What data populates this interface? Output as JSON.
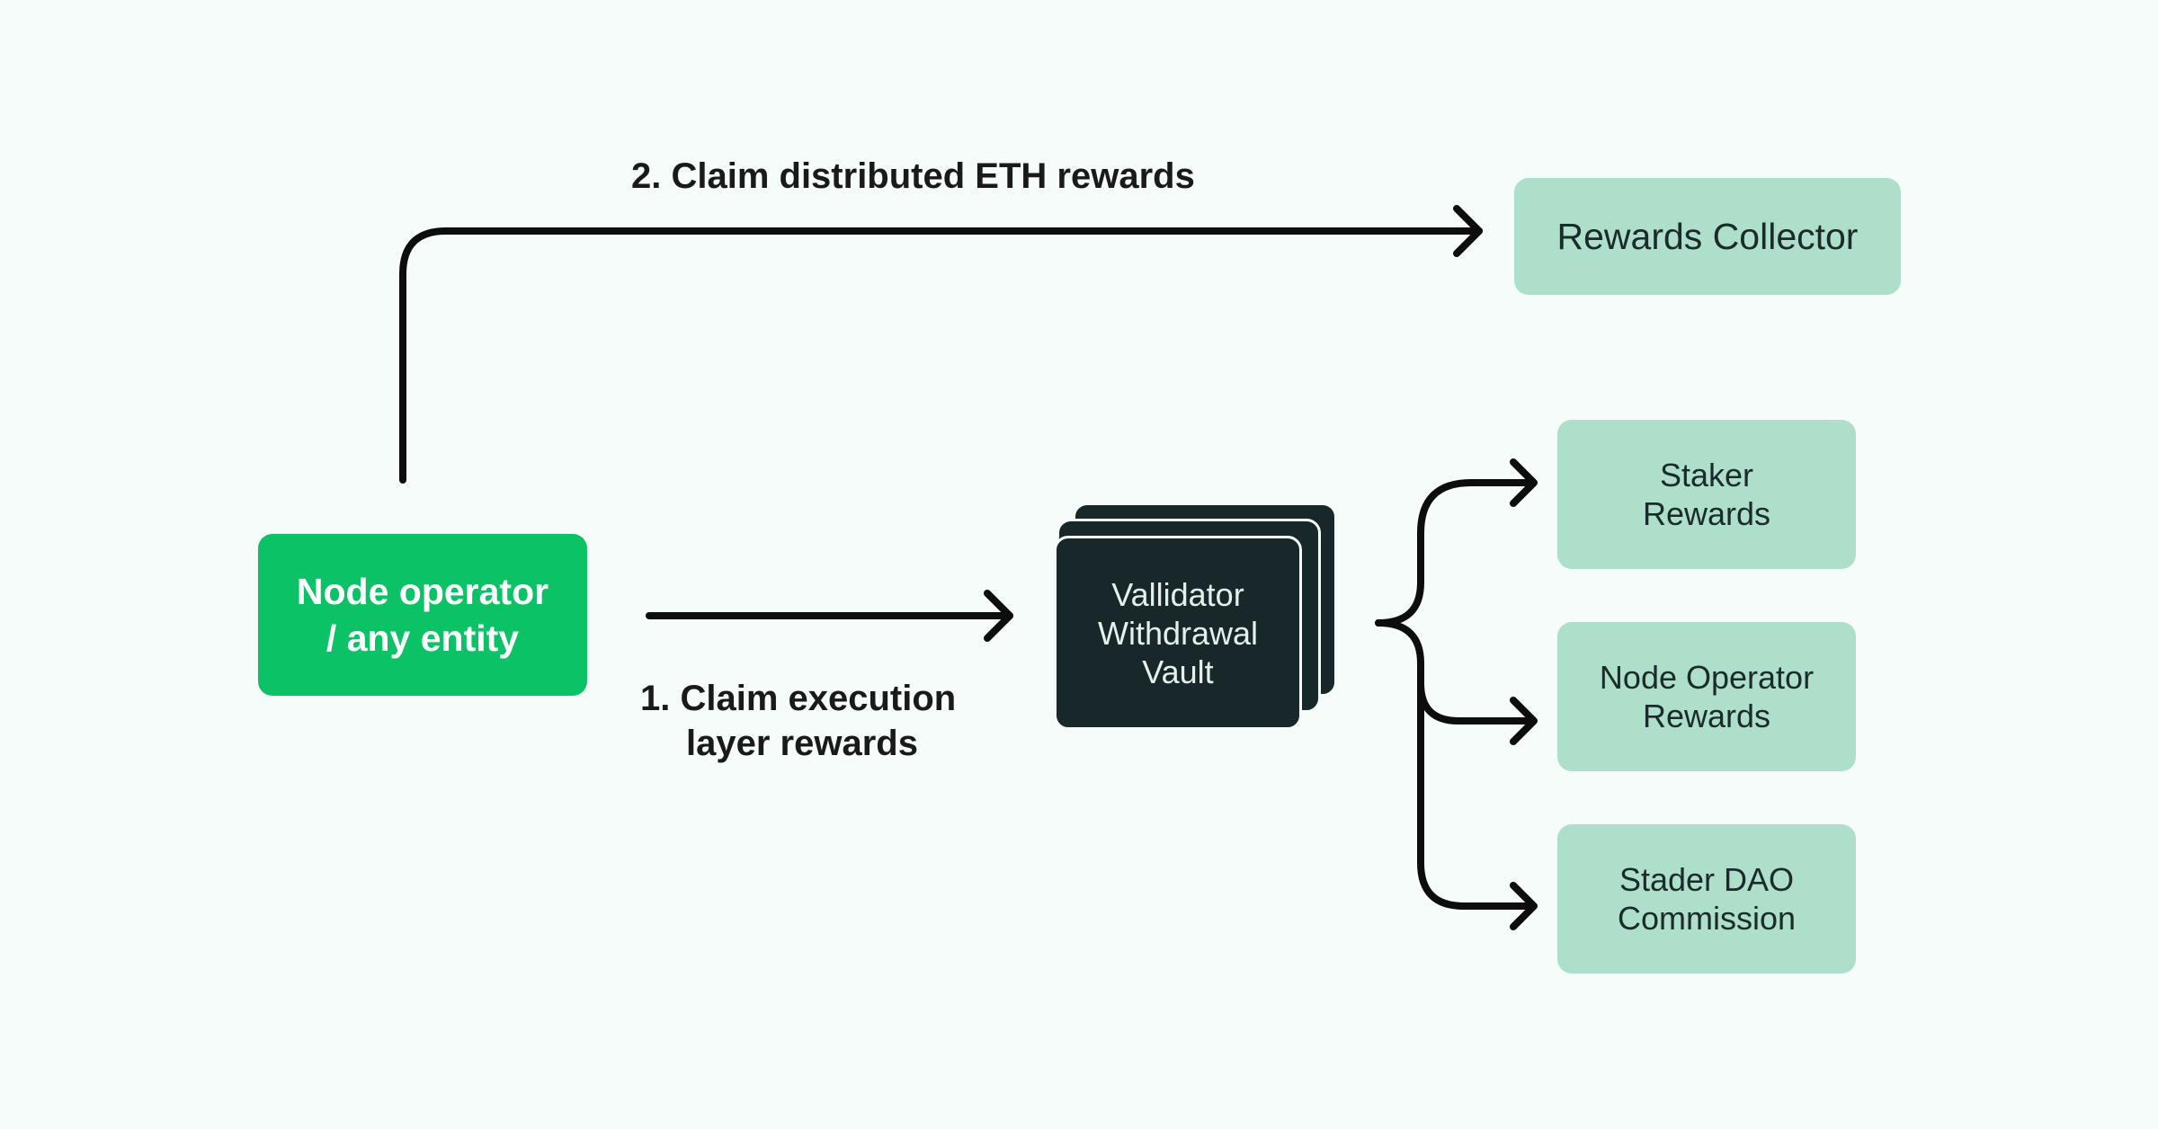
{
  "node_operator": {
    "line1": "Node operator",
    "line2": "/ any entity"
  },
  "vault": {
    "line1": "Vallidator",
    "line2": "Withdrawal",
    "line3": "Vault"
  },
  "rewards_collector": {
    "label": "Rewards Collector"
  },
  "staker_rewards": {
    "line1": "Staker",
    "line2": "Rewards"
  },
  "node_operator_rewards": {
    "line1": "Node Operator",
    "line2": "Rewards"
  },
  "stader_dao_commission": {
    "line1": "Stader DAO",
    "line2": "Commission"
  },
  "step1": {
    "line1": "1. Claim execution",
    "line2": "layer rewards"
  },
  "step2": {
    "label": "2. Claim distributed ETH rewards"
  },
  "colors": {
    "background": "#f5fcf9",
    "node_operator_green": "#0bc266",
    "mint_box": "#aedfca",
    "vault_dark": "#17272a",
    "arrow": "#0d0d0d"
  }
}
